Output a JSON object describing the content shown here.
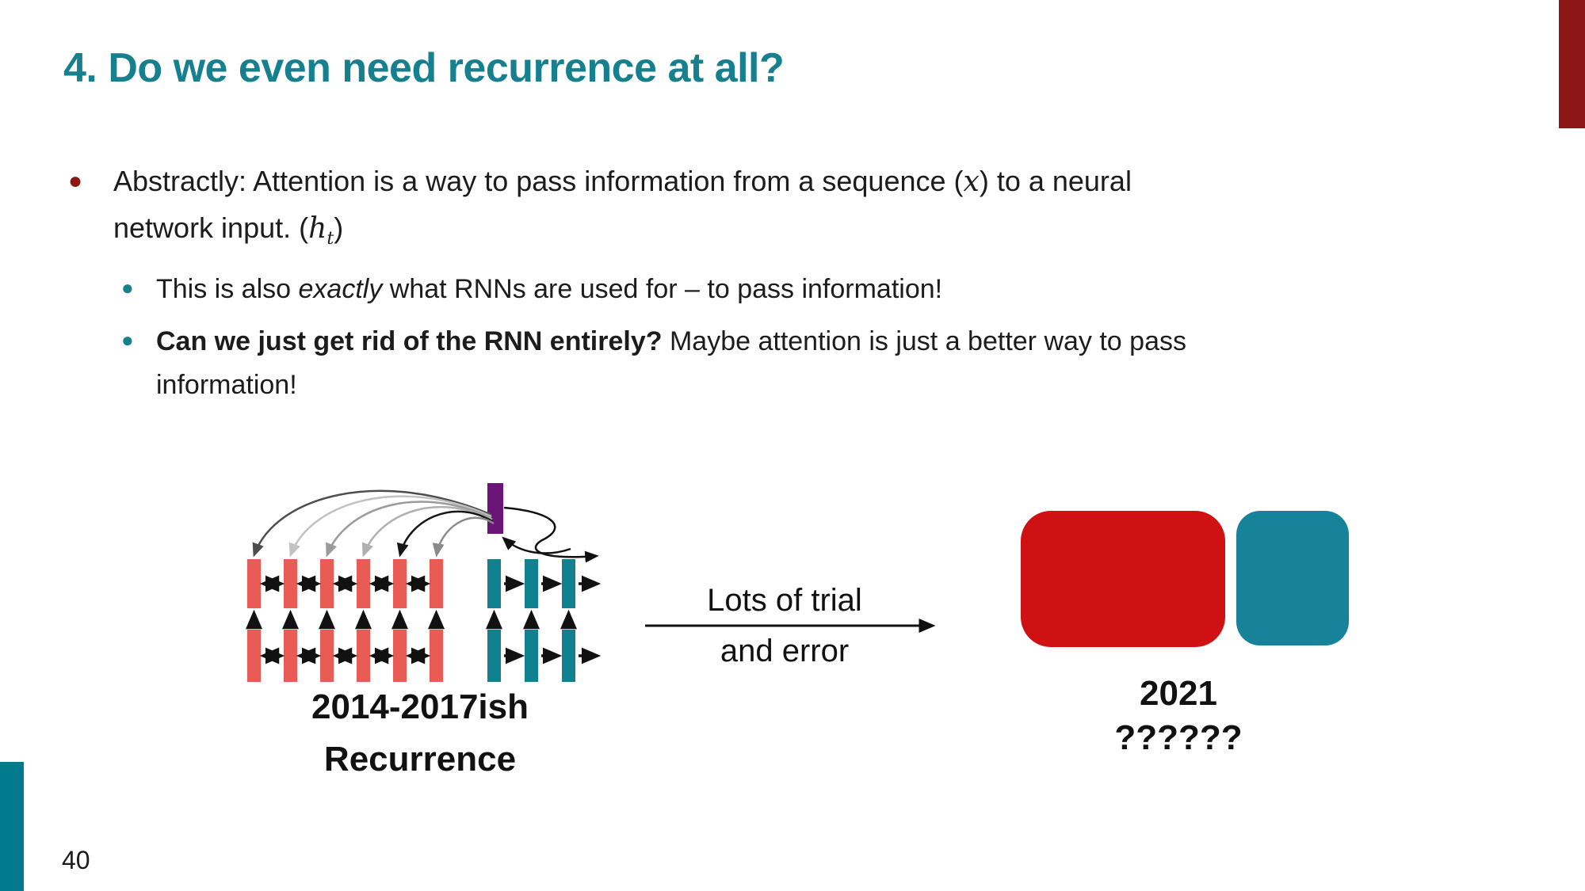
{
  "slide": {
    "title": "4. Do we even need recurrence at all?",
    "page_number": "40"
  },
  "bullets": {
    "main": {
      "l1pre": "Abstractly: Attention is a way to pass information from a sequence (",
      "l1math": "x",
      "l1post": ") to a neural",
      "l2pre": "network input. (",
      "l2math": "h",
      "l2sub": "t",
      "l2post": ")"
    },
    "sub1": {
      "pre": "This is also ",
      "em": "exactly",
      "post": " what RNNs are used for – to pass information!"
    },
    "sub2": {
      "bold": "Can we just get rid of the RNN entirely?",
      "rest": " Maybe attention is just a better way to pass",
      "line2": "information!"
    }
  },
  "diagram": {
    "left_label_line1": "2014-2017ish",
    "left_label_line2": "Recurrence",
    "arrow_label_line1": "Lots of trial",
    "arrow_label_line2": "and error",
    "right_label_line1": "2021",
    "right_label_line2": "??????"
  },
  "colors": {
    "title_teal": "#17808E",
    "cardinal_red_bar": "#8C1515",
    "left_teal_bar": "#007A8C",
    "encoder_bar_red": "#E85C55",
    "decoder_bar_teal": "#11808F",
    "attention_purple": "#6B1578",
    "blob_red": "#D01113",
    "blob_teal": "#16839A"
  }
}
